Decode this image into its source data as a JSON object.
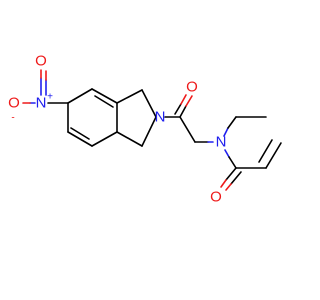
{
  "molecule": {
    "atoms": {
      "nitro_o_minus": {
        "symbol": "O",
        "charge": "-",
        "color": "#ee1a1a"
      },
      "nitro_n": {
        "symbol": "N",
        "charge": "+",
        "color": "#2020ee"
      },
      "nitro_o": {
        "symbol": "O",
        "charge": "",
        "color": "#ee1a1a"
      },
      "ring_n": {
        "symbol": "N",
        "charge": "",
        "color": "#2020ee"
      },
      "ketone_o": {
        "symbol": "O",
        "charge": "",
        "color": "#ee1a1a"
      },
      "amide_n": {
        "symbol": "N",
        "charge": "",
        "color": "#2020ee"
      },
      "amide_o": {
        "symbol": "O",
        "charge": "",
        "color": "#ee1a1a"
      }
    },
    "colors": {
      "carbon_bond": "#000000",
      "nitrogen": "#2020ee",
      "oxygen": "#ee1a1a",
      "background": "#ffffff"
    }
  }
}
